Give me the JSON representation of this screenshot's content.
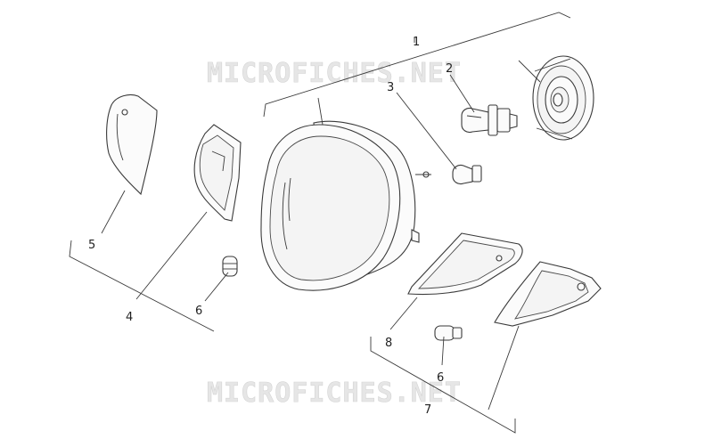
{
  "watermarks": [
    "MICROFICHES.NET",
    "MICROFICHES.NET"
  ],
  "callouts": {
    "c1": "1",
    "c2": "2",
    "c3": "3",
    "c4": "4",
    "c5": "5",
    "c6a": "6",
    "c6b": "6",
    "c7": "7",
    "c8": "8"
  },
  "parts": [
    "headlight-assembly",
    "headlight-bulb",
    "parking-light-bulb",
    "left-turn-signal",
    "left-turn-signal-lens",
    "turn-signal-bulb",
    "right-turn-signal",
    "right-turn-signal-lens",
    "headlight-bulb-cover"
  ]
}
